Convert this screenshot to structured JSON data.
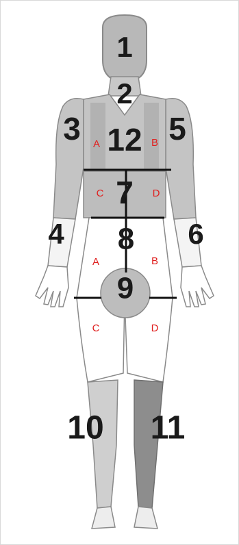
{
  "colors": {
    "skin_outline": "#8a8a8a",
    "region_gray": "#c4c4c4",
    "region_dark": "#a8a8a8",
    "leg_right_dark": "#8d8d8d",
    "body_white": "#ffffff",
    "divider": "#111111",
    "number_color": "#1a1a1a",
    "sub_label_color": "#e0201f"
  },
  "zones": {
    "z1": "1",
    "z2": "2",
    "z3": "3",
    "z4": "4",
    "z5": "5",
    "z6": "6",
    "z7": "7",
    "z8": "8",
    "z9": "9",
    "z10": "10",
    "z11": "11",
    "z12": "12"
  },
  "sub_labels": {
    "chest_a": "A",
    "chest_b": "B",
    "abdomen_c": "C",
    "abdomen_d": "D",
    "lower_a": "A",
    "lower_b": "B",
    "thigh_c": "C",
    "thigh_d": "D"
  }
}
